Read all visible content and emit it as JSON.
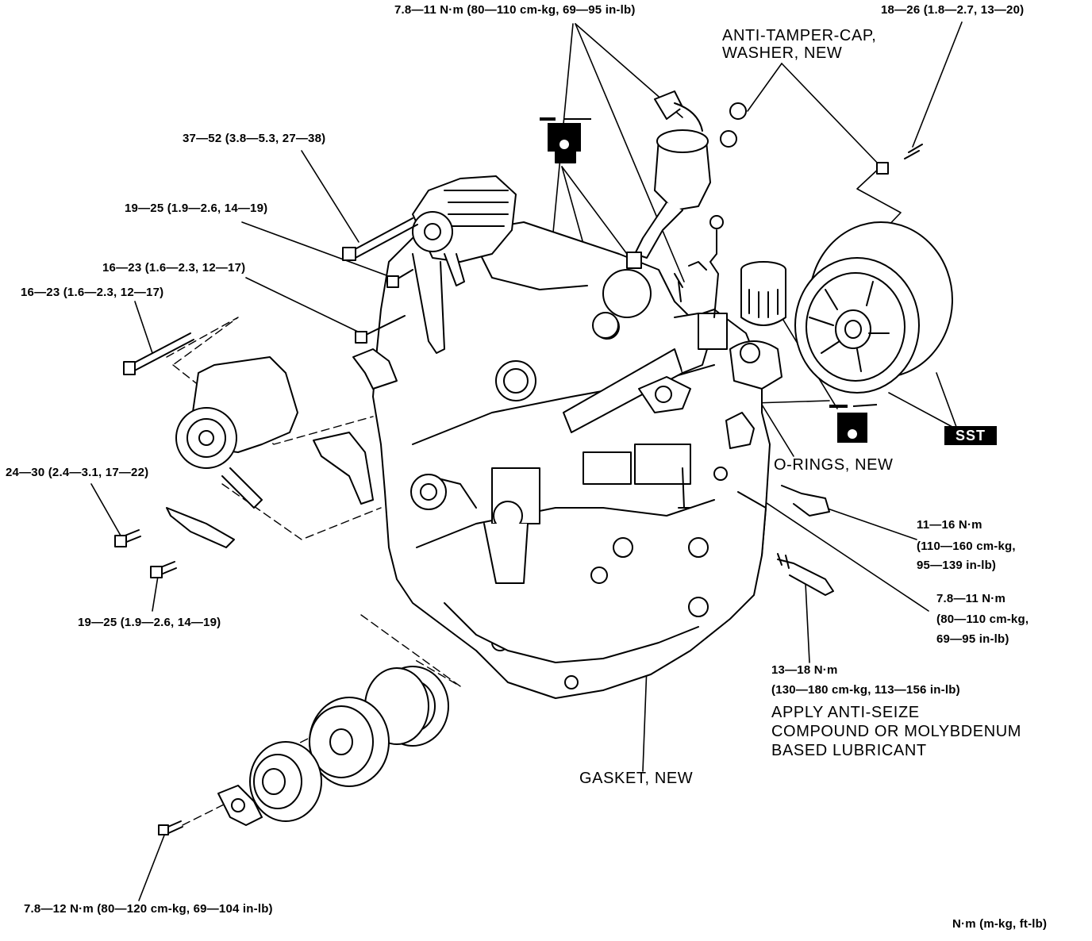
{
  "labels": {
    "oil_pressure_sw": "7.8—11 N·m (80—110 cm-kg, 69—95 in-lb)",
    "clutch_bolts": "18—26 (1.8—2.7, 13—20)",
    "anti_tamper_1": "ANTI-TAMPER-CAP,",
    "anti_tamper_2": "WASHER, NEW",
    "alt_bolt": "37—52 (3.8—5.3, 27—38)",
    "alt_bracket": "19—25 (1.9—2.6, 14—19)",
    "ps_bolt_a": "16—23 (1.6—2.3, 12—17)",
    "ps_bolt_b": "16—23 (1.6—2.3, 12—17)",
    "tensioner": "24—30 (2.4—3.1, 17—22)",
    "idler_bolt": "19—25 (1.9—2.6, 14—19)",
    "pulley_bolt": "7.8—12 N·m (80—120 cm-kg, 69—104 in-lb)",
    "sst": "SST",
    "orings": "O-RINGS, NEW",
    "sensor_1": "11—16 N·m",
    "sensor_2": "(110—160 cm-kg,",
    "sensor_3": "95—139 in-lb)",
    "bolt2_1": "7.8—11 N·m",
    "bolt2_2": "(80—110 cm-kg,",
    "bolt2_3": "69—95 in-lb)",
    "plug_1": "13—18 N·m",
    "plug_2": "(130—180 cm-kg, 113—156 in-lb)",
    "plug_3": "APPLY ANTI-SEIZE",
    "plug_4": "COMPOUND OR MOLYBDENUM",
    "plug_5": "BASED LUBRICANT",
    "gasket": "GASKET, NEW",
    "units": "N·m (m-kg, ft-lb)"
  },
  "colors": {
    "ink": "#000000",
    "paper": "#ffffff"
  },
  "icons": [
    "wrench-icon",
    "torque-wrench-icon"
  ]
}
